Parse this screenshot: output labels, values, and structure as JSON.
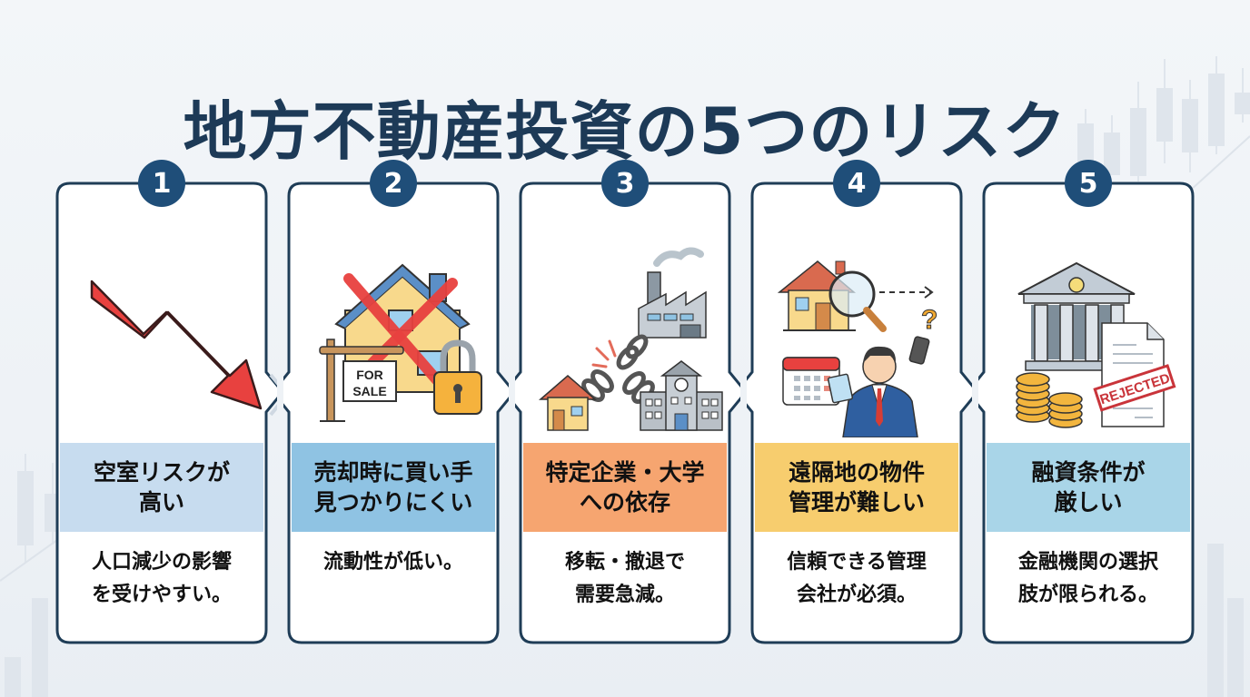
{
  "title": "地方不動産投資の5つのリスク",
  "colors": {
    "title": "#1d3a57",
    "badge": "#1f4e79",
    "card_border": "#1f3d57",
    "band_1": "#c7dcef",
    "band_2": "#8fc3e3",
    "band_3": "#f6a570",
    "band_4": "#f7cd6e",
    "band_5": "#a9d5e8"
  },
  "cards": [
    {
      "number": "1",
      "icon": "downtrend-arrow-icon",
      "heading_line1": "空室リスクが",
      "heading_line2": "高い",
      "desc_line1": "人口減少の影響",
      "desc_line2": "を受けやすい。"
    },
    {
      "number": "2",
      "icon": "house-for-sale-locked-icon",
      "sign_line1": "FOR",
      "sign_line2": "SALE",
      "heading_line1": "売却時に買い手",
      "heading_line2": "見つかりにくい",
      "desc_line1": "流動性が低い。",
      "desc_line2": ""
    },
    {
      "number": "3",
      "icon": "broken-chain-factory-school-icon",
      "heading_line1": "特定企業・大学",
      "heading_line2": "への依存",
      "desc_line1": "移転・撤退で",
      "desc_line2": "需要急減。"
    },
    {
      "number": "4",
      "icon": "remote-management-person-icon",
      "heading_line1": "遠隔地の物件",
      "heading_line2": "管理が難しい",
      "desc_line1": "信頼できる管理",
      "desc_line2": "会社が必須。"
    },
    {
      "number": "5",
      "icon": "bank-loan-rejected-icon",
      "stamp": "REJECTED",
      "heading_line1": "融資条件が",
      "heading_line2": "厳しい",
      "desc_line1": "金融機関の選択",
      "desc_line2": "肢が限られる。"
    }
  ]
}
